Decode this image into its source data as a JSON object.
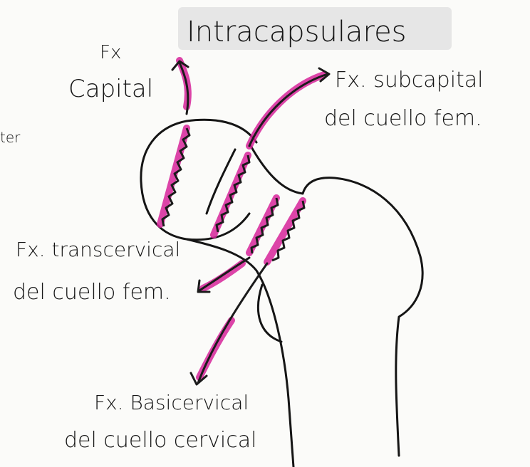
{
  "title": "Intracapsulares",
  "labels": {
    "capital": {
      "line1": "Fx",
      "line2": "Capital"
    },
    "subcapital": {
      "line1": "Fx. subcapital",
      "line2": "del cuello fem."
    },
    "transcervical": {
      "line1": "Fx. transcervical",
      "line2": "del cuello fem."
    },
    "basicervical": {
      "line1": "Fx. Basicervical",
      "line2": "del cuello cervical"
    },
    "edge_fragment": "ter"
  },
  "colors": {
    "highlight": "#d6239a",
    "ink": "#151515",
    "title_box": "#e6e6e6"
  }
}
